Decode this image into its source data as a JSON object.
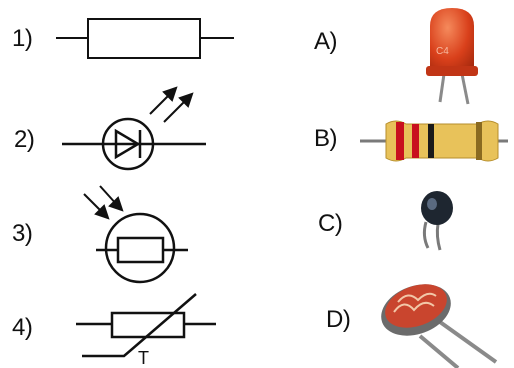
{
  "symbols": [
    {
      "label": "1)",
      "symbol": "resistor-symbol"
    },
    {
      "label": "2)",
      "symbol": "led-symbol"
    },
    {
      "label": "3)",
      "symbol": "photoresistor-symbol"
    },
    {
      "label": "4)",
      "symbol": "thermistor-symbol",
      "marker": "T"
    }
  ],
  "components": [
    {
      "label": "A)",
      "picture": "red-led-photo",
      "printed": "C4"
    },
    {
      "label": "B)",
      "picture": "resistor-photo"
    },
    {
      "label": "C)",
      "picture": "thermistor-photo"
    },
    {
      "label": "D)",
      "picture": "photoresistor-photo"
    }
  ],
  "colors": {
    "line": "#111111",
    "led": "#d9401b",
    "resistor_body": "#e8c25a",
    "band_red": "#c8101e",
    "ldr": "#c9452e"
  }
}
